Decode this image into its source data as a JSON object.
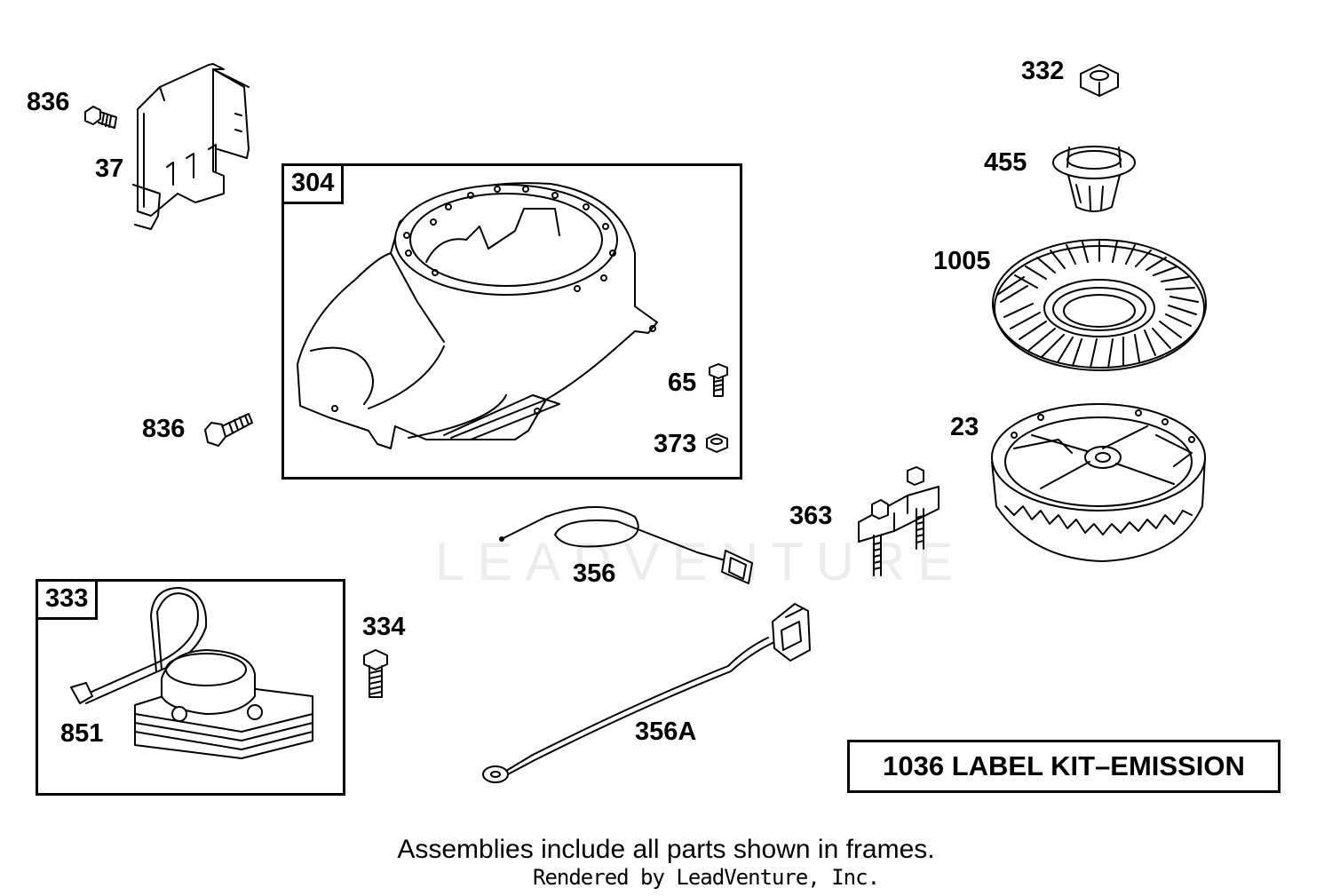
{
  "labels": {
    "p836a": "836",
    "p37": "37",
    "p304": "304",
    "p65": "65",
    "p373": "373",
    "p836b": "836",
    "p332": "332",
    "p455": "455",
    "p1005": "1005",
    "p23": "23",
    "p363": "363",
    "p356": "356",
    "p333": "333",
    "p334": "334",
    "p851": "851",
    "p356a": "356A"
  },
  "kit_label": "1036 LABEL KIT–EMISSION",
  "footer": {
    "note": "Assemblies include all parts shown in frames.",
    "credit": "Rendered by LeadVenture, Inc."
  },
  "watermark": "LEADVENTURE"
}
